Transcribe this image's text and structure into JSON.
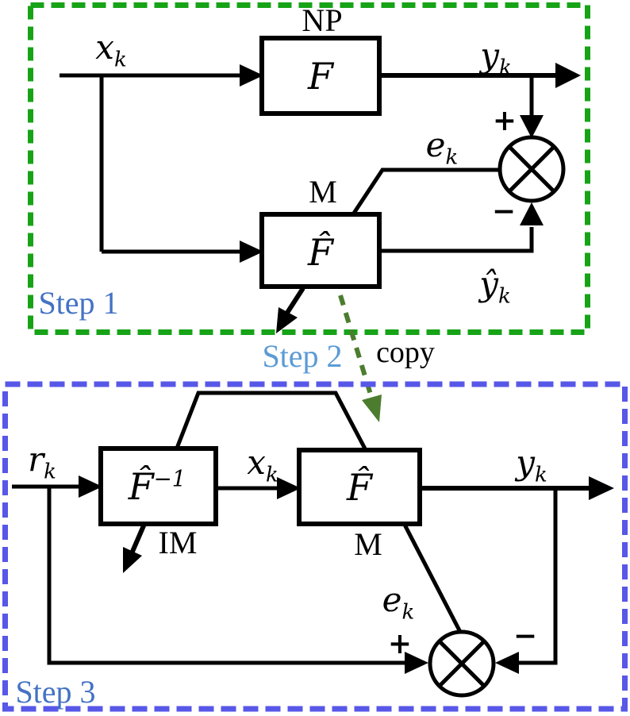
{
  "colors": {
    "step1_border_green": "#17A317",
    "step3_border_blue": "#5757E8",
    "step13_label_blue": "#4472C4",
    "step2_label_blue": "#5B9BD5",
    "copy_arrow_green": "#4C7D2E",
    "line_black": "#000000",
    "box_fill_white": "#FFFFFF"
  },
  "step1": {
    "label": "Step 1",
    "np_label": "NP",
    "m_label": "M",
    "f_block": {
      "base": "F"
    },
    "fhat_block": {
      "base": "F̂"
    },
    "signals": {
      "xk": {
        "base": "x",
        "sub": "k"
      },
      "yk": {
        "base": "y",
        "sub": "k"
      },
      "ek": {
        "base": "e",
        "sub": "k"
      },
      "yhatk": {
        "base": "ŷ",
        "sub": "k"
      }
    },
    "plus": "+",
    "minus": "−"
  },
  "step2": {
    "label": "Step 2",
    "copy_label": "copy"
  },
  "step3": {
    "label": "Step 3",
    "im_label": "IM",
    "m_label": "M",
    "finv_block": {
      "base": "F̂",
      "sup": "−1"
    },
    "fhat_block": {
      "base": "F̂"
    },
    "signals": {
      "rk": {
        "base": "r",
        "sub": "k"
      },
      "xk": {
        "base": "x",
        "sub": "k"
      },
      "yk": {
        "base": "y",
        "sub": "k"
      },
      "ek": {
        "base": "e",
        "sub": "k"
      }
    },
    "plus": "+",
    "minus": "−"
  }
}
